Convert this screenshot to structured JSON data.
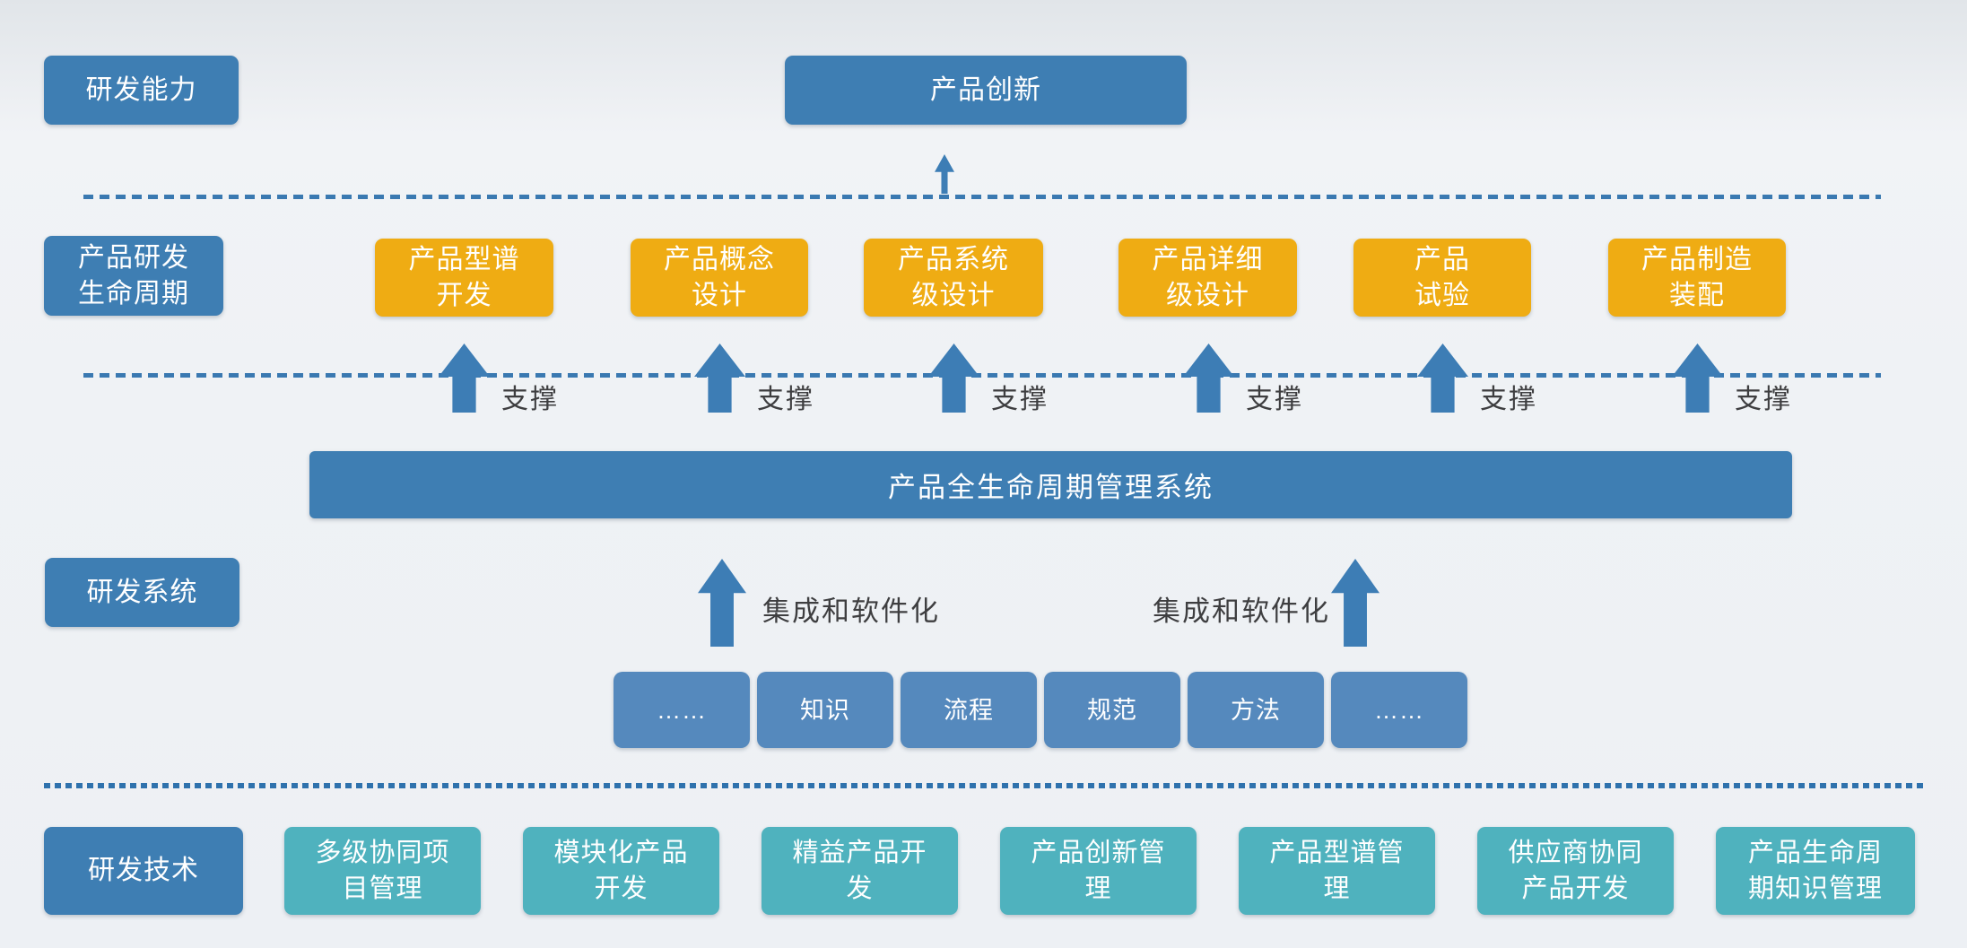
{
  "colors": {
    "steel_blue": "#3e7eb3",
    "orange": "#efac13",
    "mid_blue": "#5589bd",
    "teal": "#4fb2be",
    "arrow_blue": "#3d7db5",
    "dash_blue": "#3a79b1",
    "caption_text": "#3e3e40"
  },
  "row_capability": {
    "side": "研发能力",
    "main": "产品创新"
  },
  "row_lifecycle": {
    "side": "产品研发\n生命周期",
    "stages": [
      "产品型谱\n开发",
      "产品概念\n设计",
      "产品系统\n级设计",
      "产品详细\n级设计",
      "产品\n试验",
      "产品制造\n装配"
    ],
    "support": "支撑"
  },
  "row_system": {
    "side": "研发系统",
    "plm_bar": "产品全生命周期管理系统",
    "integration": "集成和软件化",
    "elements": [
      "……",
      "知识",
      "流程",
      "规范",
      "方法",
      "……"
    ]
  },
  "row_technology": {
    "side": "研发技术",
    "techs": [
      "多级协同项\n目管理",
      "模块化产品\n开发",
      "精益产品开\n发",
      "产品创新管\n理",
      "产品型谱管\n理",
      "供应商协同\n产品开发",
      "产品生命周\n期知识管理"
    ]
  }
}
